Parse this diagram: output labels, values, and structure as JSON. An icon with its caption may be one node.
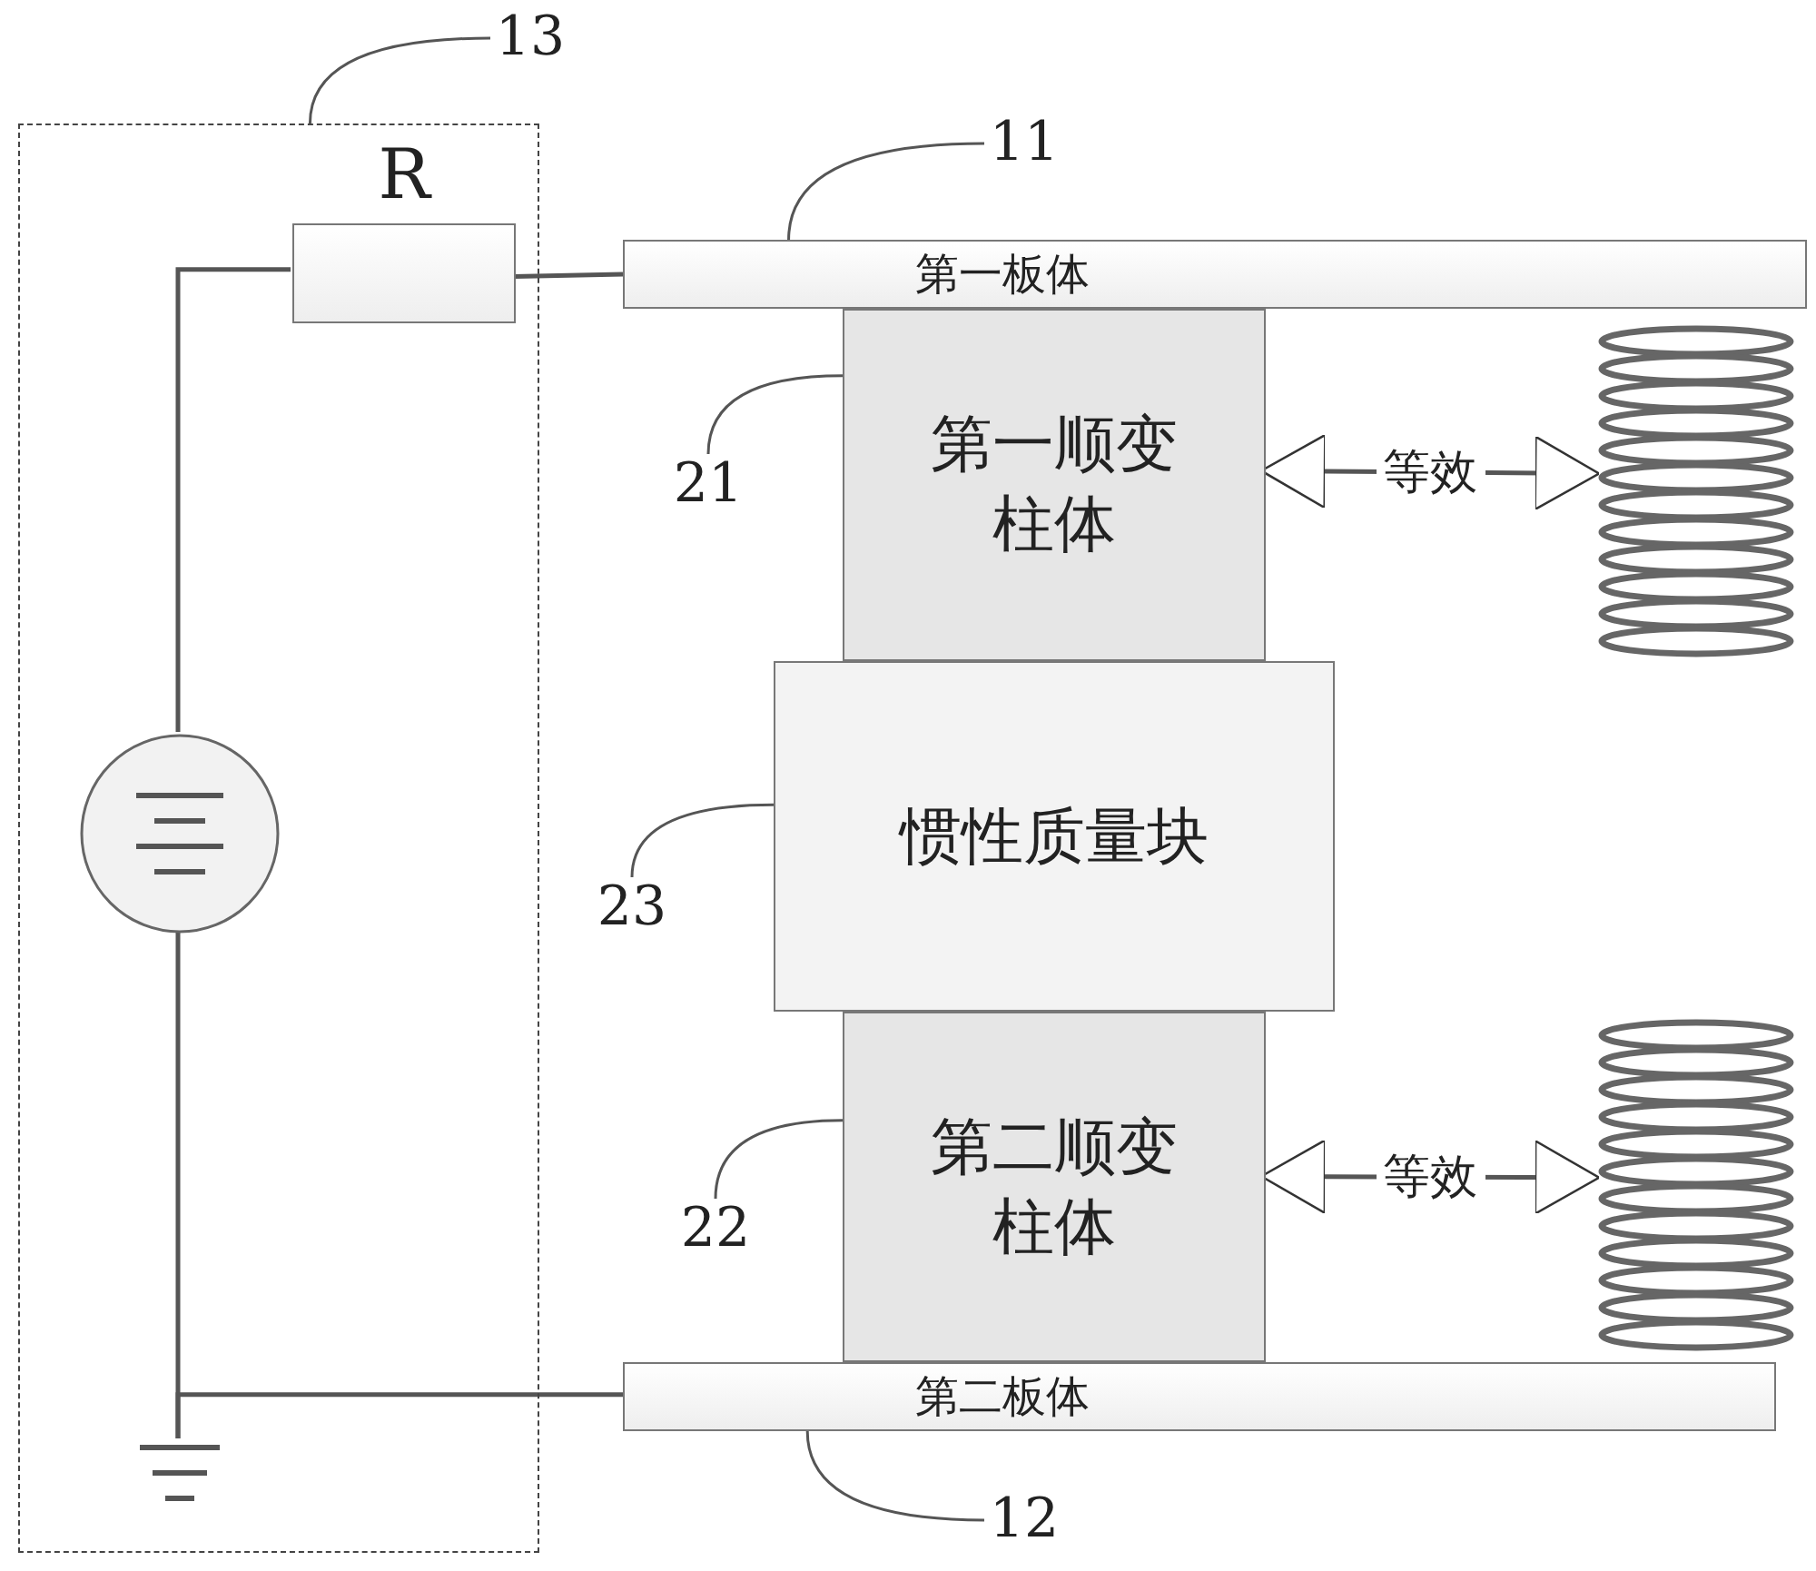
{
  "diagram": {
    "nodes": [
      {
        "text": [],
        "shape": "box"
      },
      {
        "text": [
          "R"
        ],
        "in": 0
      },
      {
        "text": [],
        "shape": "circle",
        "in": 0
      },
      {
        "text": [],
        "shape": "ground",
        "in": 0
      },
      {
        "text": [
          "第一板体"
        ]
      },
      {
        "text": [
          "第一顺变柱体"
        ]
      },
      {
        "text": [
          "惯性质量块"
        ]
      },
      {
        "text": [
          "第二顺变柱体"
        ]
      },
      {
        "text": [
          "第二板体"
        ]
      },
      {
        "text": [],
        "shape": "picture"
      },
      {
        "text": [],
        "shape": "picture"
      },
      {
        "text": [
          "13"
        ]
      },
      {
        "text": [
          "11"
        ]
      },
      {
        "text": [
          "21"
        ]
      },
      {
        "text": [
          "23"
        ]
      },
      {
        "text": [
          "22"
        ]
      },
      {
        "text": [
          "12"
        ]
      }
    ],
    "edges": [
      {
        "from": 2,
        "to": 1,
        "arrow": "none"
      },
      {
        "from": 1,
        "to": 4,
        "arrow": "none"
      },
      {
        "from": 2,
        "to": 3,
        "arrow": "none"
      },
      {
        "from": 3,
        "to": 8,
        "arrow": "none"
      },
      {
        "from": 5,
        "to": 9,
        "arrow": "both",
        "label": "等效"
      },
      {
        "from": 7,
        "to": 10,
        "arrow": "both",
        "label": "等效"
      },
      {
        "from": 11,
        "to": 0,
        "arrow": "none"
      },
      {
        "from": 12,
        "to": 4,
        "arrow": "none"
      },
      {
        "from": 13,
        "to": 5,
        "arrow": "none"
      },
      {
        "from": 14,
        "to": 6,
        "arrow": "none"
      },
      {
        "from": 15,
        "to": 7,
        "arrow": "none"
      },
      {
        "from": 16,
        "to": 8,
        "arrow": "none"
      }
    ]
  }
}
